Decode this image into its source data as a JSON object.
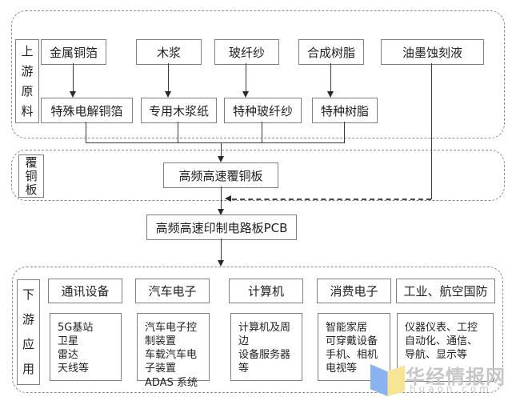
{
  "diagram": {
    "upstream": {
      "label": "上游原料",
      "chains": [
        {
          "source": "金属铜箔",
          "product": "特殊电解铜箔"
        },
        {
          "source": "木浆",
          "product": "专用木浆纸"
        },
        {
          "source": "玻纤纱",
          "product": "特种玻纤纱"
        },
        {
          "source": "合成树脂",
          "product": "特种树脂"
        },
        {
          "source": "油墨蚀刻液"
        }
      ]
    },
    "ccl": {
      "label": "覆铜板",
      "node": "高频高速覆铜板"
    },
    "pcb": {
      "node": "高频高速印制电路板PCB"
    },
    "downstream": {
      "label": "下游应用",
      "categories": [
        {
          "title": "通讯设备",
          "items": [
            "5G基站",
            "卫星",
            "雷达",
            "天线等"
          ]
        },
        {
          "title": "汽车电子",
          "items": [
            "汽车电子控制装置",
            "车载汽车电子装置",
            "ADAS 系统"
          ]
        },
        {
          "title": "计算机",
          "items": [
            "计算机及周边",
            "设备服务器等"
          ]
        },
        {
          "title": "消费电子",
          "items": [
            "智能家居",
            "可穿戴设备",
            "手机、相机",
            "电视等"
          ]
        },
        {
          "title": "工业、航空国防",
          "items": [
            "仪器仪表、工控自动化、通信、导航、显示等"
          ]
        }
      ]
    },
    "colors": {
      "line": "#3a3a3a",
      "box_border": "#7f7f7f",
      "section_border": "#8c8c8c",
      "watermark_text": "#c6c6c6",
      "logo_blue": "#8ab2f0",
      "logo_yellow": "#f6e593"
    }
  },
  "watermark": {
    "brand": "华经情报网",
    "domain": "huaon.com"
  }
}
